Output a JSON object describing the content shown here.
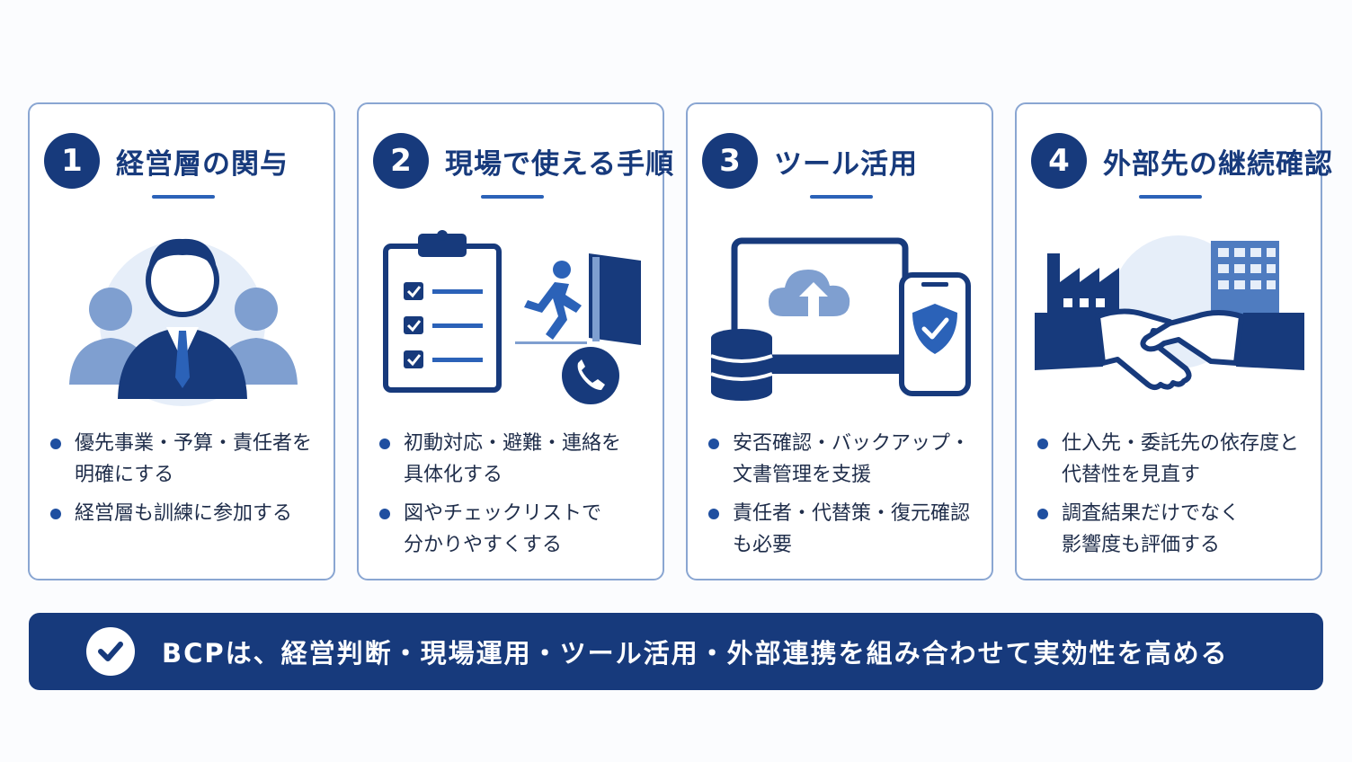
{
  "colors": {
    "navy": "#173a7c",
    "accent": "#2b62b8",
    "light": "#7f9fd0",
    "pale": "#e6eef9",
    "border": "#8aa6d2"
  },
  "cards": [
    {
      "number": "1",
      "title": "経営層の関与",
      "icon": "executives-icon",
      "bullets": [
        "優先事業・予算・責任者を\n明確にする",
        "経営層も訓練に参加する"
      ]
    },
    {
      "number": "2",
      "title": "現場で使える手順",
      "icon": "procedure-checklist-icon",
      "bullets": [
        "初動対応・避難・連絡を\n具体化する",
        "図やチェックリストで\n分かりやすくする"
      ]
    },
    {
      "number": "3",
      "title": "ツール活用",
      "icon": "devices-cloud-icon",
      "bullets": [
        "安否確認・バックアップ・\n文書管理を支援",
        "責任者・代替策・復元確認\nも必要"
      ]
    },
    {
      "number": "4",
      "title": "外部先の継続確認",
      "icon": "handshake-icon",
      "bullets": [
        "仕入先・委託先の依存度と\n代替性を見直す",
        "調査結果だけでなく\n影響度も評価する"
      ]
    }
  ],
  "banner": {
    "icon": "check-icon",
    "text": "BCPは、経営判断・現場運用・ツール活用・外部連携を組み合わせて実効性を高める"
  }
}
